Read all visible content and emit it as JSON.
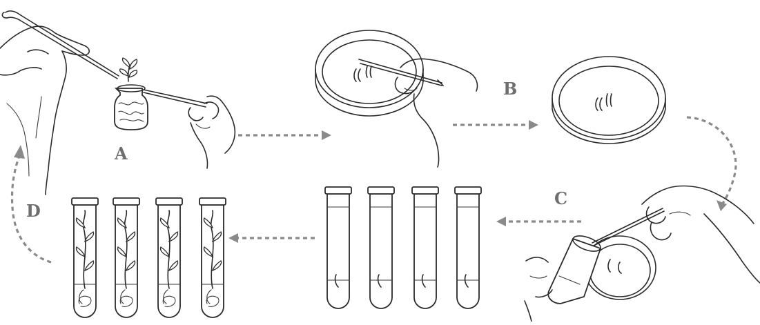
{
  "steps": {
    "a": "A",
    "b": "B",
    "c": "C",
    "d": "D"
  },
  "colors": {
    "ink": "#2a2a2a",
    "arrow": "#8a8a8a",
    "label": "#6e6e6e"
  },
  "icons": [
    "forceps-icon",
    "culture-jar-icon",
    "petri-dish-icon",
    "test-tube-icon",
    "hand-icon",
    "plantlet-icon"
  ]
}
